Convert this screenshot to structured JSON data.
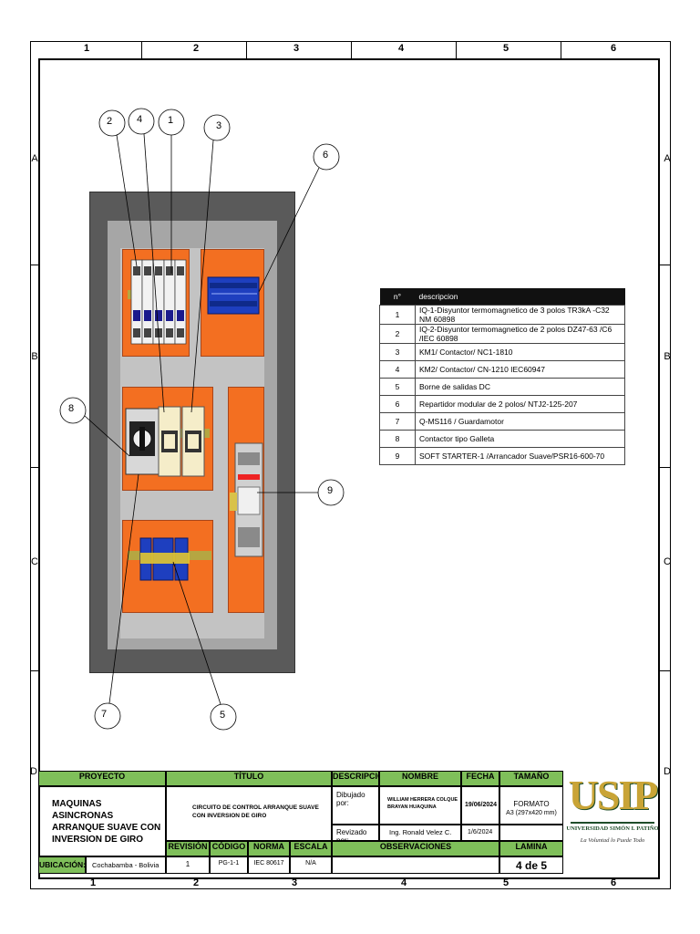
{
  "zones": {
    "columns": [
      "1",
      "2",
      "3",
      "4",
      "5",
      "6"
    ],
    "rows": [
      "A",
      "B",
      "C",
      "D"
    ]
  },
  "callouts": [
    "2",
    "4",
    "1",
    "3",
    "6",
    "8",
    "9",
    "7",
    "5"
  ],
  "component_table": {
    "headers": [
      "n°",
      "descripcion"
    ],
    "rows": [
      {
        "n": "1",
        "desc": "IQ-1-Disyuntor termomagnetico de 3 polos TR3kA -C32 NM 60898"
      },
      {
        "n": "2",
        "desc": "IQ-2-Disyuntor termomagnetico de 2 polos DZ47-63 /C6 /IEC 60898"
      },
      {
        "n": "3",
        "desc": "KM1/ Contactor/ NC1-1810"
      },
      {
        "n": "4",
        "desc": "KM2/ Contactor/ CN-1210 IEC60947"
      },
      {
        "n": "5",
        "desc": "Borne de salidas DC"
      },
      {
        "n": "6",
        "desc": "Repartidor modular de 2 polos/ NTJ2-125-207"
      },
      {
        "n": "7",
        "desc": "Q-MS116 / Guardamotor"
      },
      {
        "n": "8",
        "desc": "Contactor tipo Galleta"
      },
      {
        "n": "9",
        "desc": "SOFT STARTER-1 /Arrancador Suave/PSR16-600-70"
      }
    ]
  },
  "title_block": {
    "proyecto_label": "PROYECTO",
    "proyecto_value": "MAQUINAS ASINCRONAS ARRANQUE SUAVE CON INVERSION DE GIRO",
    "titulo_label": "TÍTULO",
    "titulo_value": "CIRCUITO DE CONTROL ARRANQUE SUAVE CON INVERSION DE GIRO",
    "descripcion_label": "DESCRIPCIÓN",
    "nombre_label": "NOMBRE",
    "fecha_label": "FECHA",
    "tamano_label": "TAMAÑO",
    "dibujado_label": "Dibujado por:",
    "dibujado_nombre": "WILLIAM HERRERA COLQUE BRAYAN HUAQUINA",
    "dibujado_fecha": "19/06/2024",
    "revisado_label": "Revizado por:",
    "revisado_nombre": "Ing. Ronald Velez C.",
    "revisado_fecha": "1/6/2024",
    "formato": "FORMATO",
    "formato_size": "A3 (297x420   mm)",
    "revision_label": "REVISIÓN",
    "codigo_label": "CÓDIGO",
    "norma_label": "NORMA",
    "escala_label": "ESCALA",
    "observaciones_label": "OBSERVACIONES",
    "lamina_label": "LAMINA",
    "revision_value": "1",
    "codigo_value": "PG-1-1",
    "norma_value": "IEC 80617",
    "escala_value": "N/A",
    "lamina_value": "4 de 5",
    "ubicacion_label": "UBICACIÓN:",
    "ubicacion_value": "Cochabamba   - Bolivia"
  },
  "logo": {
    "text": "USIP",
    "university": "UNIVERSIDAD SIMÓN I. PATIÑO",
    "motto": "La Voluntad lo Puede Todo"
  },
  "colors": {
    "plate": "#f36f21",
    "header_green": "#7fbf5a",
    "logo_gold": "#c9a436",
    "logo_green": "#1f4e2a"
  }
}
